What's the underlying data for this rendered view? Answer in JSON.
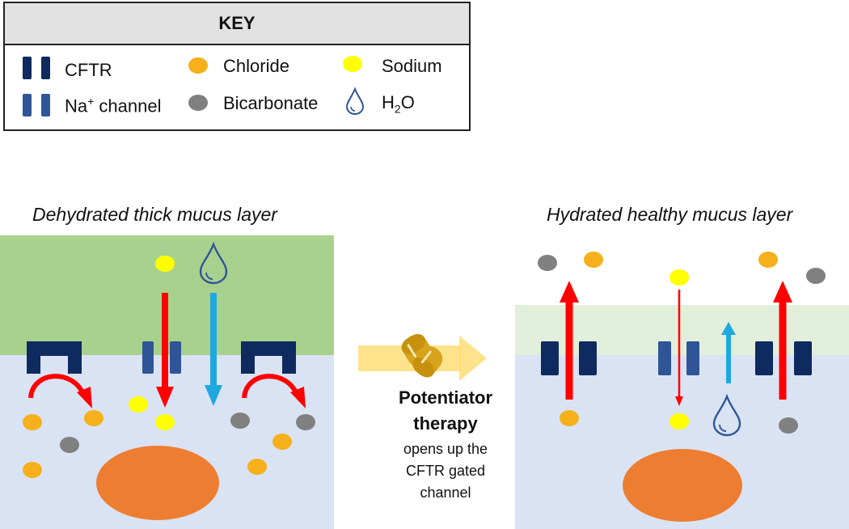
{
  "key": {
    "title": "KEY",
    "items": {
      "cftr": "CFTR",
      "na_channel_prefix": "Na",
      "na_channel_sup": "+",
      "na_channel_suffix": " channel",
      "chloride": "Chloride",
      "bicarbonate": "Bicarbonate",
      "sodium": "Sodium",
      "water_prefix": "H",
      "water_sub": "2",
      "water_suffix": "O"
    }
  },
  "left_panel": {
    "title": "Dehydrated thick mucus layer"
  },
  "right_panel": {
    "title": "Hydrated healthy mucus layer"
  },
  "therapy": {
    "title_line1": "Potentiator",
    "title_line2": "therapy",
    "desc_line1": "opens up the",
    "desc_line2": "CFTR gated",
    "desc_line3": "channel"
  },
  "colors": {
    "cftr": "#0f2a5e",
    "na_channel": "#2f5597",
    "chloride": "#f5b01b",
    "sodium": "#ffff00",
    "bicarbonate": "#808080",
    "water": "#2f5597",
    "mucus_dehydrated": "#a9d18e",
    "mucus_hydrated": "#e2efda",
    "cell": "#dae3f3",
    "nucleus": "#ed7d31",
    "ion_arrow": "#ff0000",
    "water_arrow": "#1fa8e0",
    "therapy_arrow": "#ffd966",
    "capsule": "#d6a31a"
  }
}
